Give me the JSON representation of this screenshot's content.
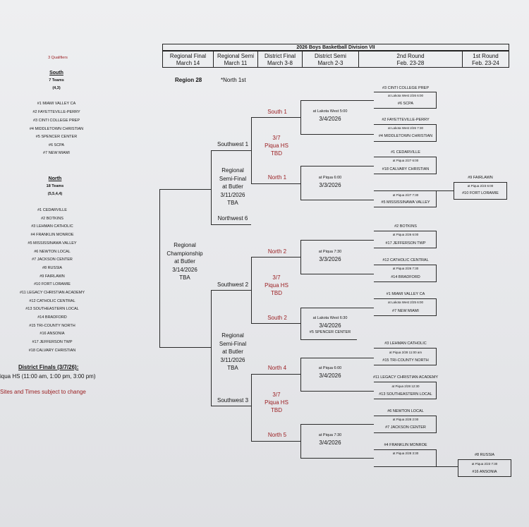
{
  "left_panel": {
    "qualifiers_note": "3 Qualifiers",
    "south": {
      "heading": "South",
      "teams_count": "7 Teams",
      "split": "(4,3)",
      "teams": [
        "#1 MIAMI VALLEY CA",
        "#2 FAYETTEVILLE-PERRY",
        "#3 CINTI COLLEGE PREP",
        "#4 MIDDLETOWN CHRISTIAN",
        "#5 SPENCER CENTER",
        "#6 SCPA",
        "#7 NEW MIAMI"
      ]
    },
    "north": {
      "heading": "North",
      "teams_count": "18 Teams",
      "split": "(5,5,4,4)",
      "teams": [
        "#1 CEDARVILLE",
        "#2 BOTKINS",
        "#3 LEHMAN CATHOLIC",
        "#4 FRANKLIN MONROE",
        "#5 MISSISSINAWA VALLEY",
        "#6 NEWTON LOCAL",
        "#7 JACKSON CENTER",
        "#8 RUSSIA",
        "#9 FAIRLAWN",
        "#10 FORT LORAMIE",
        "#11 LEGACY CHRISTIAN ACADEMY",
        "#12 CATHOLIC CENTRAL",
        "#13 SOUTHEASTERN LOCAL",
        "#14 BRADFORD",
        "#15 TRI-COUNTY NORTH",
        "#16 ANSONIA",
        "#17 JEFFERSON TWP",
        "#18 CALVARY CHRISTIAN"
      ]
    },
    "district_finals_heading": "District Finals (3/7/26):",
    "district_finals_detail": "iqua HS (11:00 am, 1:00 pm, 3:00 pm)",
    "sites_note": "Sites and Times subject to change"
  },
  "header": {
    "title": "2026 Boys Basketball Division VII",
    "columns": [
      {
        "round": "Regional Final",
        "date": "March 14"
      },
      {
        "round": "Regional Semi",
        "date": "March 11"
      },
      {
        "round": "District Final",
        "date": "March 3-8"
      },
      {
        "round": "District Semi",
        "date": "March 2-3"
      },
      {
        "round": "2nd Round",
        "date": "Feb. 23-28"
      },
      {
        "round": "1st Round",
        "date": "Feb. 23-24"
      }
    ]
  },
  "region": "Region 28",
  "north_first": "*North 1st",
  "regional_championship": [
    "Regional",
    "Championship",
    "at Butler",
    "3/14/2026",
    "TBA"
  ],
  "semifinal_top": [
    "Regional",
    "Semi-Final",
    "at Butler",
    "3/11/2026",
    "TBA"
  ],
  "semifinal_bottom": [
    "Regional",
    "Semi-Final",
    "at Butler",
    "3/11/2026",
    "TBA"
  ],
  "districts": [
    {
      "name": "Southwest 1",
      "date": "3/7",
      "site": "Piqua HS",
      "time": "TBD"
    },
    {
      "name": "Southwest 2",
      "date": "3/7",
      "site": "Piqua HS",
      "time": "TBD"
    },
    {
      "name": "Southwest 3",
      "date": "3/7",
      "site": "Piqua HS",
      "time": "TBD"
    }
  ],
  "northwest": "Northwest 6",
  "sectionals": [
    {
      "name": "South 1",
      "site": "at Lakota West 5:00",
      "date": "3/4/2026"
    },
    {
      "name": "North 1",
      "site": "at Piqua 6:00",
      "date": "3/3/2026"
    },
    {
      "name": "North 2",
      "site": "at Piqua 7:30",
      "date": "3/3/2026"
    },
    {
      "name": "South 2",
      "site": "at Lakota West 6:30",
      "date": "3/4/2026",
      "bye": "#5 SPENCER CENTER"
    },
    {
      "name": "North 4",
      "site": "at Piqua 6:00",
      "date": "3/4/2026"
    },
    {
      "name": "North 5",
      "site": "at Piqua 7:30",
      "date": "3/4/2026"
    }
  ],
  "second_round": [
    {
      "top": "#3 CINTI COLLEGE PREP",
      "site": "at Lakota West 2/26 6:00",
      "bottom": "#6 SCPA"
    },
    {
      "top": "#2 FAYETTEVILLE-PERRY",
      "site": "at Lakota West 2/26 7:30",
      "bottom": "#4 MIDDLETOWN CHRISTIAN"
    },
    {
      "top": "#1 CEDARVILLE",
      "site": "at Piqua 2/27 6:00",
      "bottom": "#18 CALVARY CHRISTIAN"
    },
    {
      "top": "",
      "site": "at Piqua 2/27 7:30",
      "bottom": "#5 MISSISSINAWA VALLEY"
    },
    {
      "top": "#2 BOTKINS",
      "site": "at Piqua 2/26 6:00",
      "bottom": "#17 JEFFERSON TWP"
    },
    {
      "top": "#12 CATHOLIC CENTRAL",
      "site": "at Piqua 2/26 7:30",
      "bottom": "#14 BRADFORD"
    },
    {
      "top": "#1 MIAMI VALLEY CA",
      "site": "at Lakota West 2/25 6:00",
      "bottom": "#7 NEW MIAMI"
    },
    {
      "top": "#3 LEHMAN CATHOLIC",
      "site": "at Piqua 2/28 11:00 am",
      "bottom": "#15 TRI-COUNTY NORTH"
    },
    {
      "top": "#11 LEGACY CHRISTIAN ACADEMY",
      "site": "at Piqua 2/28 12:30",
      "bottom": "#13 SOUTHEASTERN LOCAL"
    },
    {
      "top": "#6 NEWTON LOCAL",
      "site": "at Piqua 2/28 2:00",
      "bottom": "#7 JACKSON CENTER"
    },
    {
      "top": "#4 FRANKLIN MONROE",
      "site": "at Piqua 2/28 3:30",
      "bottom": ""
    }
  ],
  "first_round": [
    {
      "top": "#9 FAIRLAWN",
      "site": "at Piqua 2/23 6:00",
      "bottom": "#10 FORT LORAMIE"
    },
    {
      "top": "#8 RUSSIA",
      "site": "at Piqua 2/23 7:30",
      "bottom": "#16 ANSONIA"
    }
  ]
}
